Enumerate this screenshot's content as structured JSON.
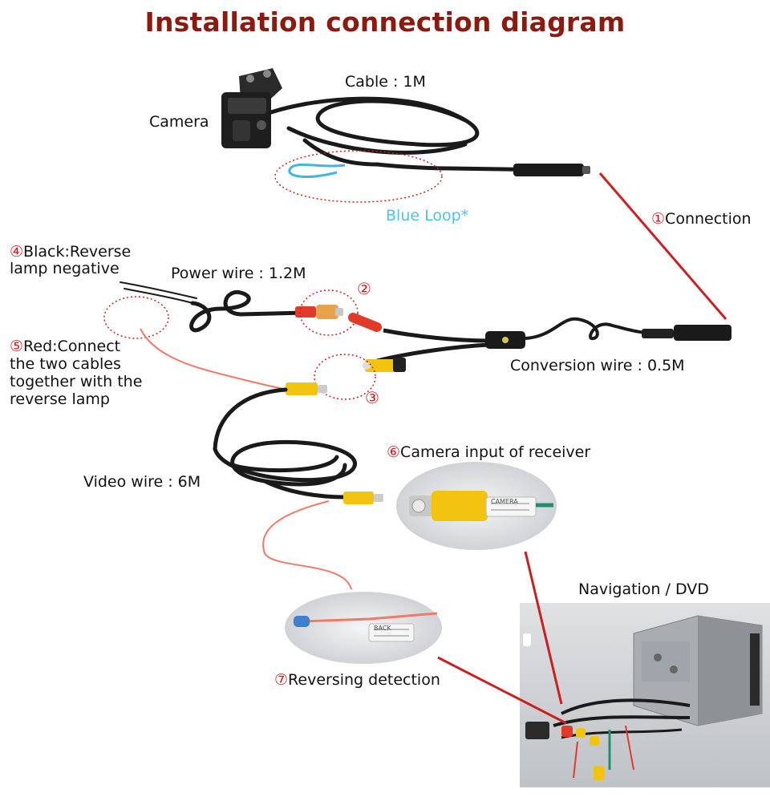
{
  "title": "Installation connection diagram",
  "labels": {
    "camera": "Camera",
    "cable": "Cable : 1M",
    "blue_loop": "Blue Loop*",
    "connection_num": "①",
    "connection": "Connection",
    "black_num": "④",
    "black_line1": "Black:Reverse",
    "black_line2": "lamp negative",
    "power_wire": "Power wire : 1.2M",
    "marker2": "②",
    "red_num": "⑤",
    "red_line1": "Red:Connect",
    "red_line2": "the two cables",
    "red_line3": "together with the",
    "red_line4": "reverse lamp",
    "marker3": "③",
    "conversion_wire": "Conversion wire : 0.5M",
    "camera_input_num": "⑥",
    "camera_input": "Camera input of receiver",
    "video_wire": "Video wire : 6M",
    "navigation": "Navigation / DVD",
    "reversing_num": "⑦",
    "reversing": "Reversing detection",
    "tag1": "CAMERA",
    "tag2": "BACK"
  },
  "colors": {
    "title": "#8b1a10",
    "marker": "#cc1f1f",
    "blue_loop": "#4fc3e6",
    "cable": "#1a1a1a",
    "yellow_rca": "#f2c40f",
    "red_plug": "#e23a2a",
    "red_wire": "#f07a6a",
    "green_wire": "#1f8f6e"
  }
}
